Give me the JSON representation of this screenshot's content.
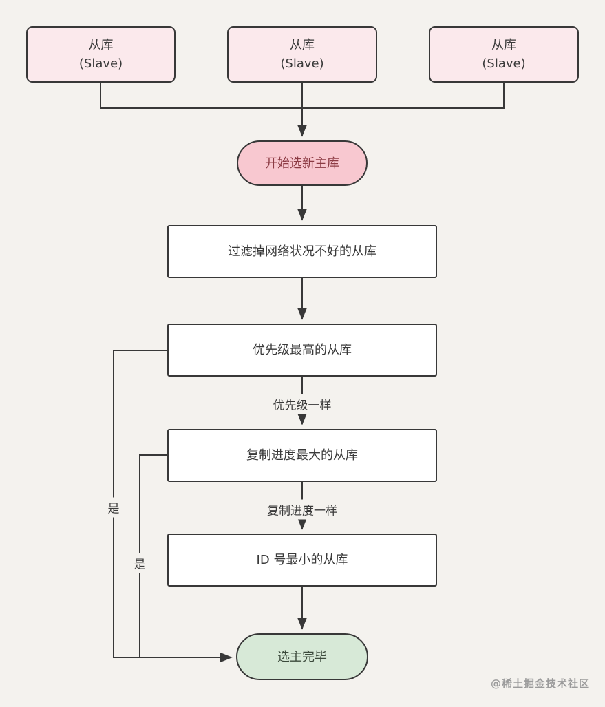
{
  "background": "#f4f2ee",
  "colors": {
    "line": "#383838",
    "slave_fill": "#fbe9ec",
    "start_fill": "#f8c8d0",
    "start_text": "#8c3b44",
    "process_fill": "#ffffff",
    "end_fill": "#d7e9d7",
    "text": "#3a3a3a",
    "watermark": "#9b9b9b"
  },
  "chart_data": {
    "type": "flowchart",
    "title": "",
    "nodes": [
      {
        "id": "slave1",
        "label": "从库 (Slave)",
        "shape": "rounded-rect"
      },
      {
        "id": "slave2",
        "label": "从库 (Slave)",
        "shape": "rounded-rect"
      },
      {
        "id": "slave3",
        "label": "从库 (Slave)",
        "shape": "rounded-rect"
      },
      {
        "id": "start",
        "label": "开始选新主库",
        "shape": "pill"
      },
      {
        "id": "filter",
        "label": "过滤掉网络状况不好的从库",
        "shape": "rect"
      },
      {
        "id": "priority",
        "label": "优先级最高的从库",
        "shape": "rect"
      },
      {
        "id": "progress",
        "label": "复制进度最大的从库",
        "shape": "rect"
      },
      {
        "id": "minid",
        "label": "ID 号最小的从库",
        "shape": "rect"
      },
      {
        "id": "end",
        "label": "选主完毕",
        "shape": "pill"
      }
    ],
    "edges": [
      {
        "from": "slave1",
        "to": "start",
        "label": ""
      },
      {
        "from": "slave2",
        "to": "start",
        "label": ""
      },
      {
        "from": "slave3",
        "to": "start",
        "label": ""
      },
      {
        "from": "start",
        "to": "filter",
        "label": ""
      },
      {
        "from": "filter",
        "to": "priority",
        "label": ""
      },
      {
        "from": "priority",
        "to": "progress",
        "label": "优先级一样"
      },
      {
        "from": "progress",
        "to": "minid",
        "label": "复制进度一样"
      },
      {
        "from": "minid",
        "to": "end",
        "label": ""
      },
      {
        "from": "priority",
        "to": "end",
        "label": "是"
      },
      {
        "from": "progress",
        "to": "end",
        "label": "是"
      }
    ]
  },
  "nodes": {
    "slaves": [
      {
        "title": "从库",
        "subtitle": "(Slave)"
      },
      {
        "title": "从库",
        "subtitle": "(Slave)"
      },
      {
        "title": "从库",
        "subtitle": "(Slave)"
      }
    ],
    "start": "开始选新主库",
    "filter": "过滤掉网络状况不好的从库",
    "priority": "优先级最高的从库",
    "progress": "复制进度最大的从库",
    "min_id": "ID 号最小的从库",
    "end": "选主完毕"
  },
  "edge_labels": {
    "same_priority": "优先级一样",
    "same_progress": "复制进度一样",
    "yes_priority": "是",
    "yes_progress": "是"
  },
  "watermark": "@稀土掘金技术社区"
}
